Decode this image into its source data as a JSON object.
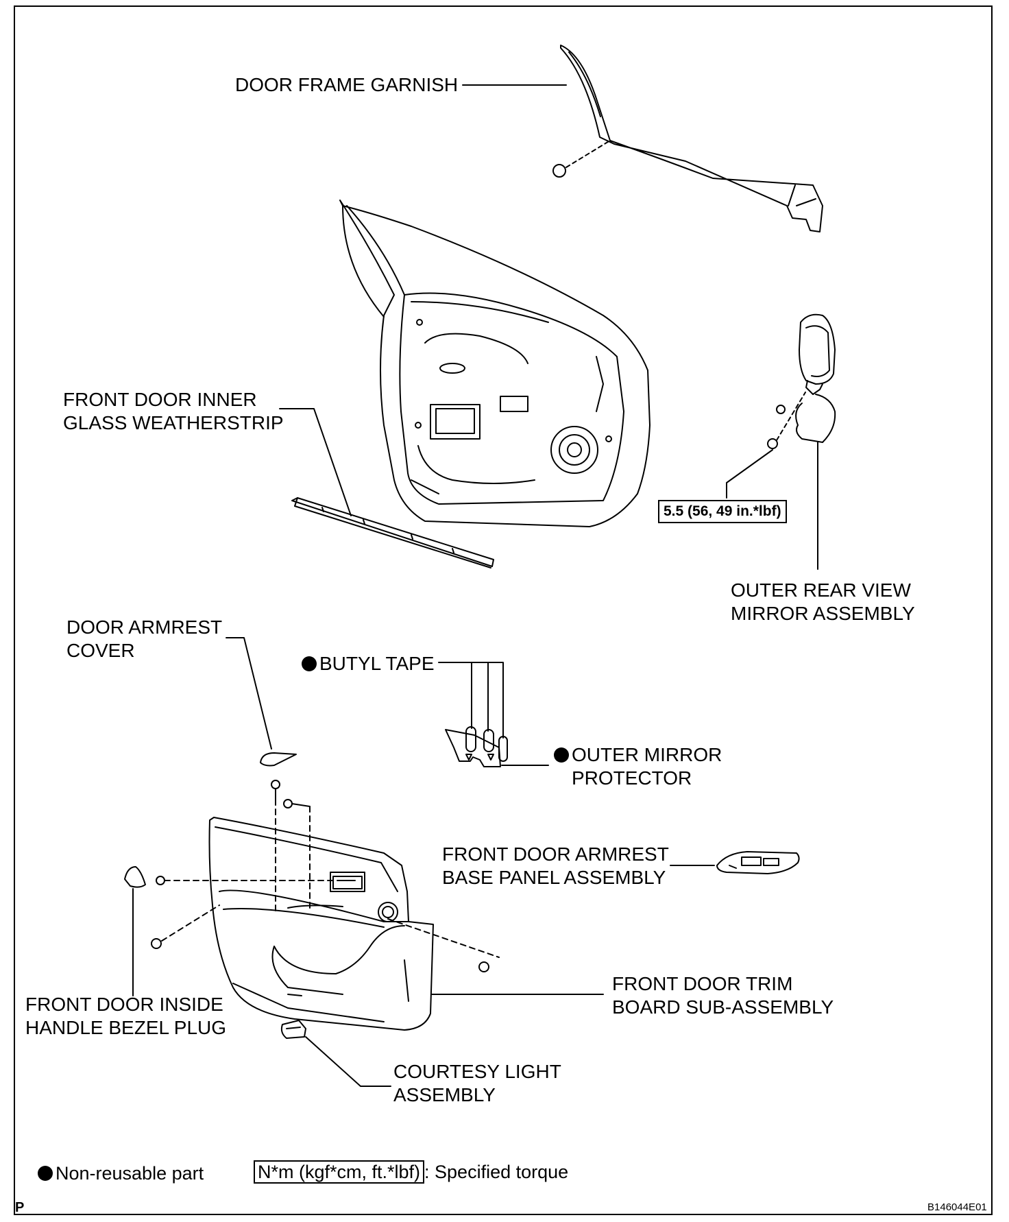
{
  "labels": {
    "door_frame_garnish": "DOOR FRAME GARNISH",
    "inner_weatherstrip": "FRONT DOOR INNER\nGLASS WEATHERSTRIP",
    "torque_value": "5.5 (56, 49 in.*lbf)",
    "outer_mirror": "OUTER REAR VIEW\nMIRROR ASSEMBLY",
    "armrest_cover": "DOOR ARMREST\nCOVER",
    "butyl_tape": "BUTYL TAPE",
    "mirror_protector": "OUTER MIRROR\nPROTECTOR",
    "armrest_base_panel": "FRONT DOOR ARMREST\nBASE PANEL ASSEMBLY",
    "trim_board": "FRONT DOOR TRIM\nBOARD SUB-ASSEMBLY",
    "bezel_plug": "FRONT DOOR INSIDE\nHANDLE BEZEL PLUG",
    "courtesy_light": "COURTESY LIGHT\nASSEMBLY"
  },
  "legend": {
    "non_reusable": "Non-reusable part",
    "torque_units": "N*m (kgf*cm, ft.*lbf)",
    "torque_suffix": ": Specified torque"
  },
  "footer": {
    "corner_mark": "P",
    "figure_code": "B146044E01"
  }
}
